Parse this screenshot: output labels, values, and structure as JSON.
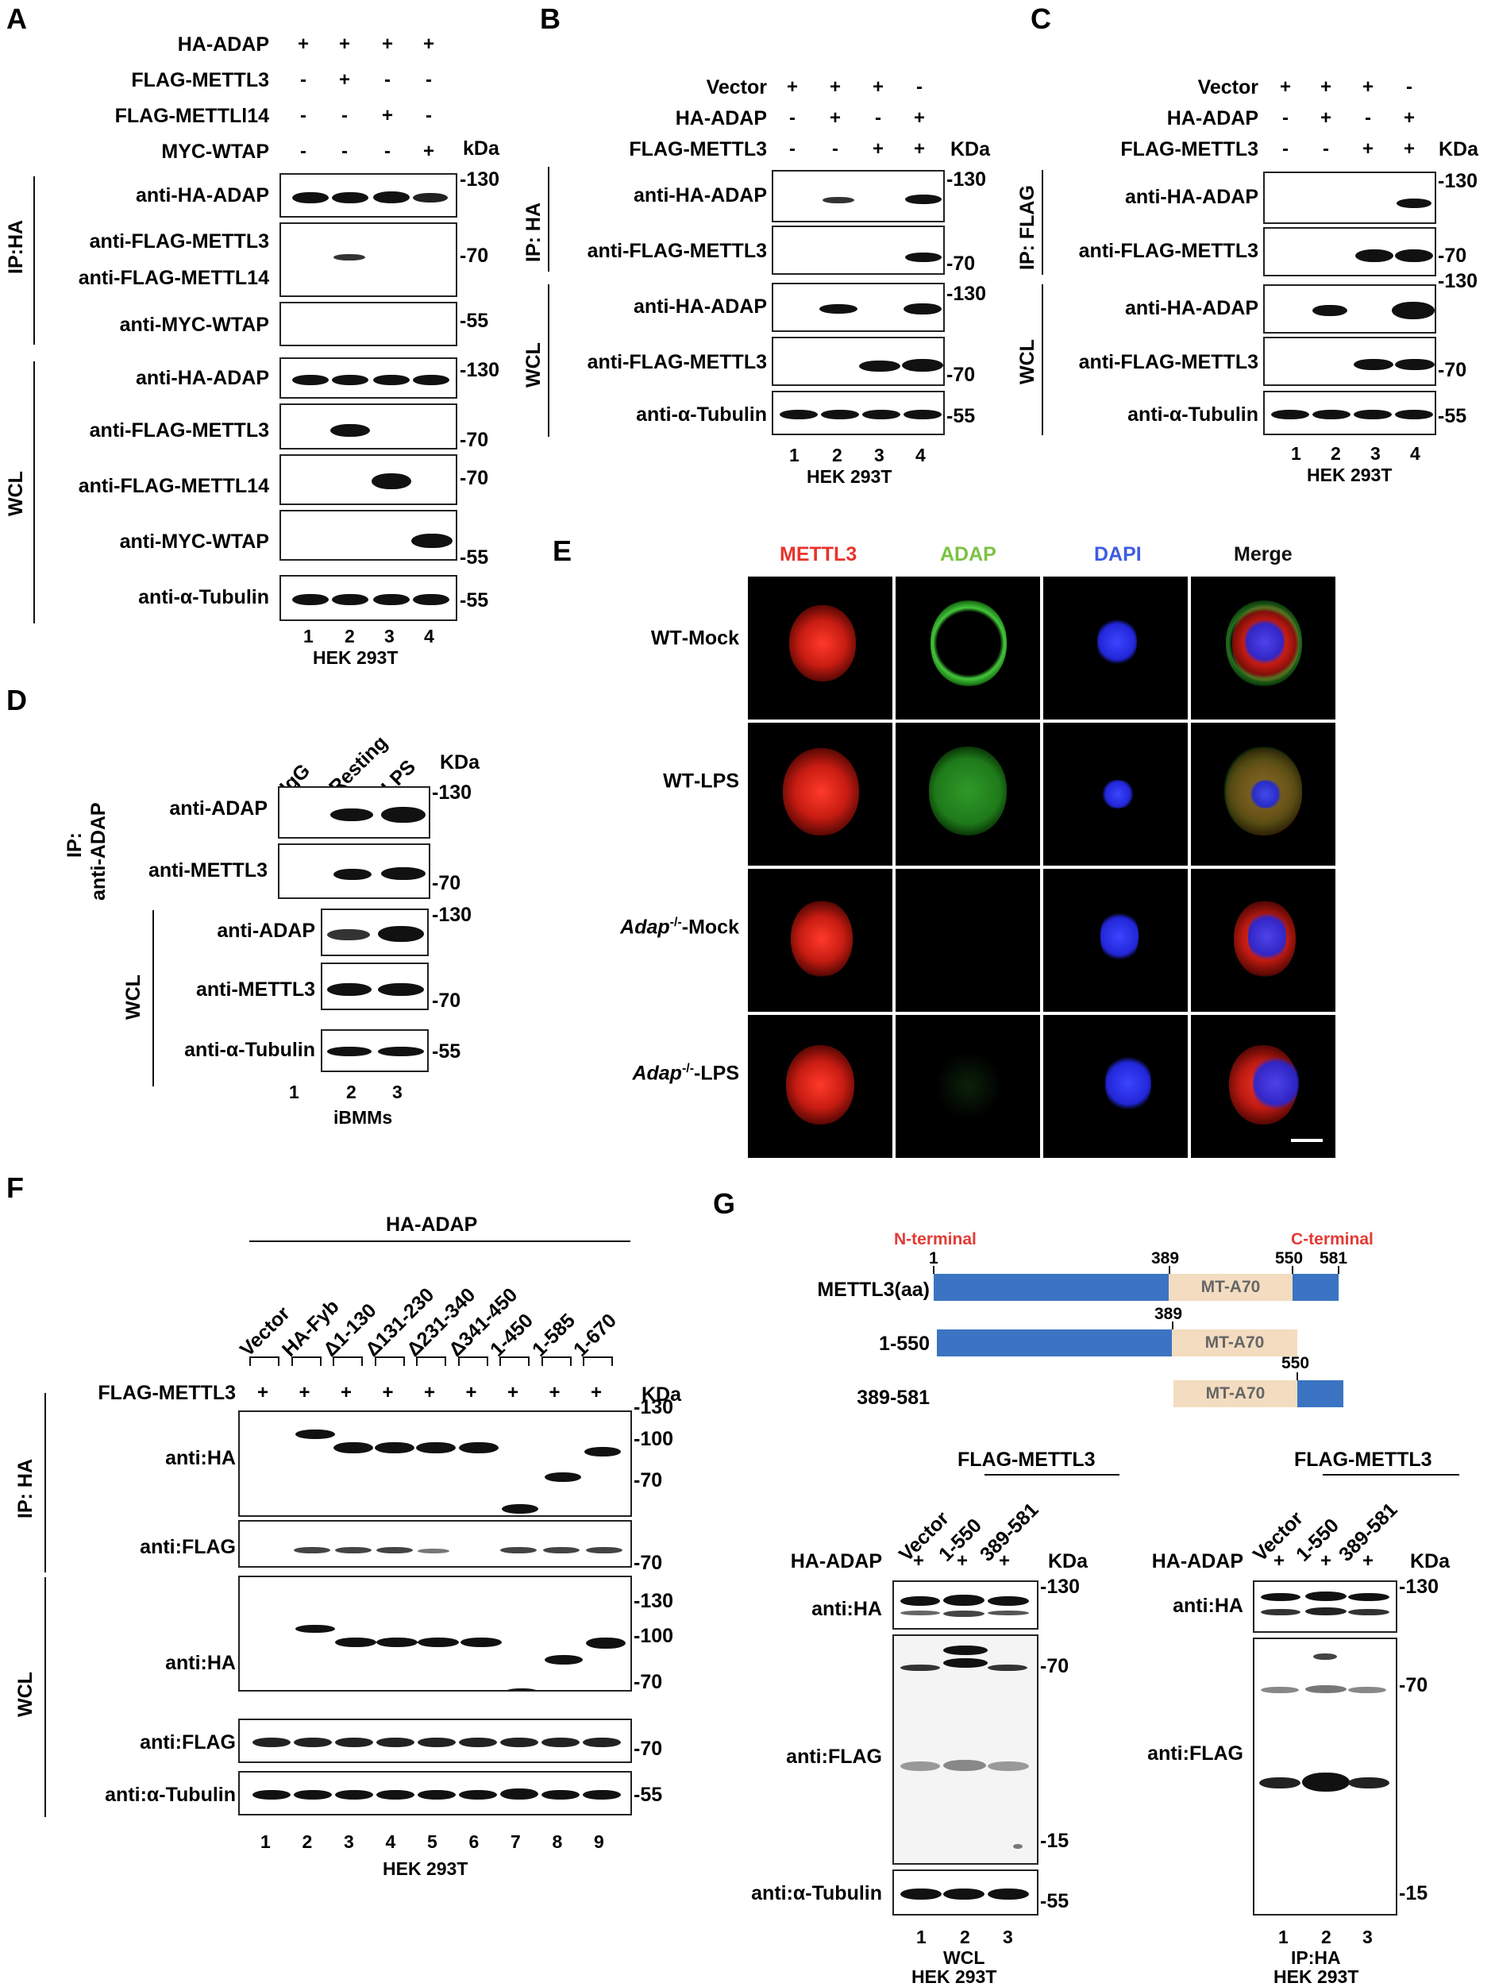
{
  "panel_letters": [
    "A",
    "B",
    "C",
    "D",
    "E",
    "F",
    "G"
  ],
  "a": {
    "rows": [
      {
        "label": "HA-ADAP",
        "signs": [
          "+",
          "+",
          "+",
          "+"
        ]
      },
      {
        "label": "FLAG-METTL3",
        "signs": [
          "-",
          "+",
          "-",
          "-"
        ]
      },
      {
        "label": "FLAG-METTLl14",
        "signs": [
          "-",
          "-",
          "+",
          "-"
        ]
      },
      {
        "label": "MYC-WTAP",
        "signs": [
          "-",
          "-",
          "-",
          "+"
        ]
      }
    ],
    "unit": "kDa",
    "ip": "IP:HA",
    "wcl": "WCL",
    "blots": [
      "anti-HA-ADAP",
      "anti-FLAG-METTL3",
      "anti-FLAG-METTL14",
      "anti-MYC-WTAP",
      "anti-HA-ADAP",
      "anti-FLAG-METTL3",
      "anti-FLAG-METTL14",
      "anti-MYC-WTAP",
      "anti-α-Tubulin"
    ],
    "mw": [
      "-130",
      "-70",
      "-55",
      "-130",
      "-70",
      "-70",
      "-55",
      "-55"
    ],
    "lanes": [
      "1",
      "2",
      "3",
      "4"
    ],
    "cell": "HEK 293T"
  },
  "b": {
    "rows": [
      {
        "label": "Vector",
        "signs": [
          "+",
          "+",
          "+",
          "-"
        ]
      },
      {
        "label": "HA-ADAP",
        "signs": [
          "-",
          "+",
          "-",
          "+"
        ]
      },
      {
        "label": "FLAG-METTL3",
        "signs": [
          "-",
          "-",
          "+",
          "+"
        ]
      }
    ],
    "unit": "KDa",
    "ip": "IP: HA",
    "wcl": "WCL",
    "blots": [
      "anti-HA-ADAP",
      "anti-FLAG-METTL3",
      "anti-HA-ADAP",
      "anti-FLAG-METTL3",
      "anti-α-Tubulin"
    ],
    "mw": [
      "-130",
      "-70",
      "-130",
      "-70",
      "-55"
    ],
    "lanes": [
      "1",
      "2",
      "3",
      "4"
    ],
    "cell": "HEK 293T"
  },
  "c": {
    "rows": [
      {
        "label": "Vector",
        "signs": [
          "+",
          "+",
          "+",
          "-"
        ]
      },
      {
        "label": "HA-ADAP",
        "signs": [
          "-",
          "+",
          "-",
          "+"
        ]
      },
      {
        "label": "FLAG-METTL3",
        "signs": [
          "-",
          "-",
          "+",
          "+"
        ]
      }
    ],
    "unit": "KDa",
    "ip": "IP: FLAG",
    "wcl": "WCL",
    "blots": [
      "anti-HA-ADAP",
      "anti-FLAG-METTL3",
      "anti-HA-ADAP",
      "anti-FLAG-METTL3",
      "anti-α-Tubulin"
    ],
    "mw": [
      "-130",
      "-70",
      "-130",
      "-70",
      "-55"
    ],
    "lanes": [
      "1",
      "2",
      "3",
      "4"
    ],
    "cell": "HEK 293T"
  },
  "d": {
    "cols": [
      "IgG",
      "Resting",
      "LPS"
    ],
    "unit": "KDa",
    "ip1": "IP:",
    "ip2": "anti-ADAP",
    "wcl": "WCL",
    "blots": [
      "anti-ADAP",
      "anti-METTL3",
      "anti-ADAP",
      "anti-METTL3",
      "anti-α-Tubulin"
    ],
    "mw": [
      "-130",
      "-70",
      "-130",
      "-70",
      "-55"
    ],
    "lanes": [
      "1",
      "2",
      "3"
    ],
    "cell": "iBMMs"
  },
  "e": {
    "channels": [
      {
        "name": "METTL3",
        "color": "#e8332c"
      },
      {
        "name": "ADAP",
        "color": "#7cc242"
      },
      {
        "name": "DAPI",
        "color": "#3d5ce0"
      },
      {
        "name": "Merge",
        "color": "#111111"
      }
    ],
    "conditions": [
      {
        "gene": "WT",
        "suffix": "-Mock",
        "sup": ""
      },
      {
        "gene": "WT",
        "suffix": "-LPS",
        "sup": ""
      },
      {
        "gene": "Adap",
        "sup": "-/-",
        "suffix": "-Mock"
      },
      {
        "gene": "Adap",
        "sup": "-/-",
        "suffix": "-LPS"
      }
    ]
  },
  "f": {
    "top": "HA-ADAP",
    "cols": [
      "Vector",
      "HA-Fyb",
      "Δ1-130",
      "Δ131-230",
      "Δ231-340",
      "Δ341-450",
      "1-450",
      "1-585",
      "1-670"
    ],
    "flag_label": "FLAG-METTL3",
    "flag_signs": [
      "+",
      "+",
      "+",
      "+",
      "+",
      "+",
      "+",
      "+",
      "+"
    ],
    "unit": "KDa",
    "ip": "IP: HA",
    "wcl": "WCL",
    "blots": [
      "anti:HA",
      "anti:FLAG",
      "anti:HA",
      "anti:FLAG",
      "anti:α-Tubulin"
    ],
    "mw": [
      "-130",
      "-100",
      "-70",
      "-70",
      "-130",
      "-100",
      "-70",
      "-70",
      "-55"
    ],
    "lanes": [
      "1",
      "2",
      "3",
      "4",
      "5",
      "6",
      "7",
      "8",
      "9"
    ],
    "cell": "HEK 293T"
  },
  "g": {
    "n_term": "N-terminal",
    "c_term": "C-terminal",
    "full_label": "METTL3(aa)",
    "frag1": "1-550",
    "frag2": "389-581",
    "domain": "MT-A70",
    "pos": {
      "p1": "1",
      "p389": "389",
      "p550": "550",
      "p581": "581",
      "f1_389": "389",
      "f2_550": "550"
    },
    "blot_left": {
      "flag": "FLAG-METTL3",
      "cols": [
        "Vector",
        "1-550",
        "389-581"
      ],
      "ha": "HA-ADAP",
      "signs": [
        "+",
        "+",
        "+"
      ],
      "unit": "KDa",
      "blots": [
        "anti:HA",
        "anti:FLAG",
        "anti:α-Tubulin"
      ],
      "mw": [
        "-130",
        "-70",
        "-15",
        "-55"
      ],
      "lanes": [
        "1",
        "2",
        "3"
      ],
      "cell1": "WCL",
      "cell2": "HEK 293T"
    },
    "blot_right": {
      "flag": "FLAG-METTL3",
      "cols": [
        "Vector",
        "1-550",
        "389-581"
      ],
      "ha": "HA-ADAP",
      "signs": [
        "+",
        "+",
        "+"
      ],
      "unit": "KDa",
      "blots": [
        "anti:HA",
        "anti:FLAG"
      ],
      "mw": [
        "-130",
        "-70",
        "-15"
      ],
      "lanes": [
        "1",
        "2",
        "3"
      ],
      "cell1": "IP:HA",
      "cell2": "HEK 293T"
    }
  },
  "colors": {
    "n_term": "#e23b35",
    "mt_domain": "#f3dcc0",
    "bar": "#3a74c2"
  }
}
